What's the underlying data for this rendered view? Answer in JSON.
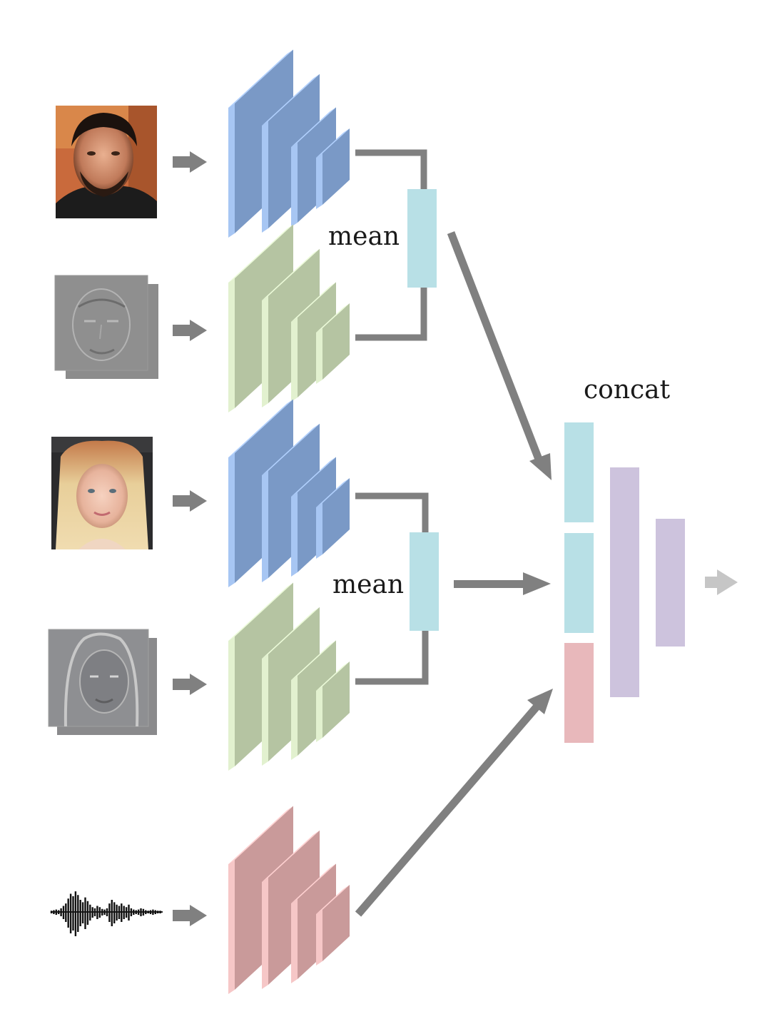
{
  "labels": {
    "mean_top": "mean",
    "mean_bottom": "mean",
    "concat": "concat"
  },
  "inputs": [
    {
      "kind": "face-photo",
      "subject": "man with beard"
    },
    {
      "kind": "face-residual",
      "subject": "man with beard"
    },
    {
      "kind": "face-photo",
      "subject": "blonde woman"
    },
    {
      "kind": "face-residual",
      "subject": "blonde woman"
    },
    {
      "kind": "audio-waveform"
    }
  ],
  "colors": {
    "cnn_blue": "#7a99c6",
    "cnn_green": "#b5c4a2",
    "cnn_pink": "#c99a9a",
    "feature_cyan": "#b8e0e6",
    "feature_pink": "#e8b8bb",
    "fc_purple": "#cdc3dd",
    "arrow_gray": "#808080",
    "output_arrow": "#c6c6c6"
  },
  "icons": [
    "arrow-right-icon",
    "arrow-diagonal-icon"
  ]
}
